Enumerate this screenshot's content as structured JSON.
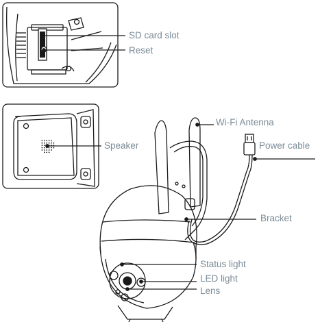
{
  "labels": {
    "sd_card_slot": "SD card slot",
    "reset": "Reset",
    "speaker": "Speaker",
    "wifi_antenna": "Wi-Fi Antenna",
    "power_cable": "Power cable",
    "bracket": "Bracket",
    "status_light": "Status light",
    "led_light": "LED light",
    "lens": "Lens"
  },
  "colors": {
    "line": "#1a1a1a",
    "label_text": "#7a8a96",
    "background": "#ffffff"
  }
}
